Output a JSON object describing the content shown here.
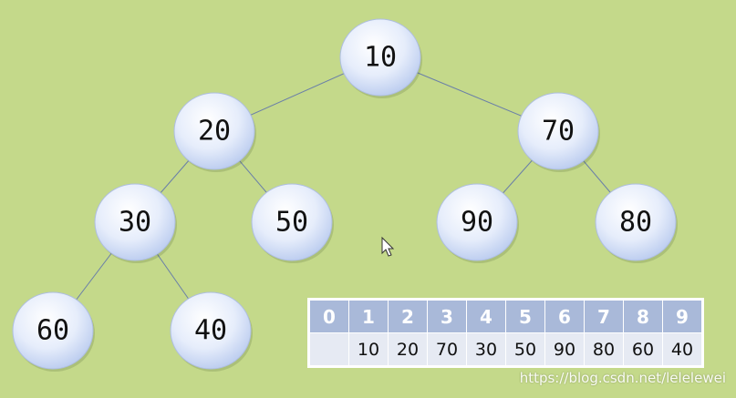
{
  "heap": {
    "nodes": [
      {
        "id": "n1",
        "label": "10"
      },
      {
        "id": "n2",
        "label": "20"
      },
      {
        "id": "n3",
        "label": "70"
      },
      {
        "id": "n4",
        "label": "30"
      },
      {
        "id": "n5",
        "label": "50"
      },
      {
        "id": "n6",
        "label": "90"
      },
      {
        "id": "n7",
        "label": "80"
      },
      {
        "id": "n8",
        "label": "60"
      },
      {
        "id": "n9",
        "label": "40"
      }
    ],
    "edges": [
      [
        "n1",
        "n2"
      ],
      [
        "n1",
        "n3"
      ],
      [
        "n2",
        "n4"
      ],
      [
        "n2",
        "n5"
      ],
      [
        "n3",
        "n6"
      ],
      [
        "n3",
        "n7"
      ],
      [
        "n4",
        "n8"
      ],
      [
        "n4",
        "n9"
      ]
    ]
  },
  "array_table": {
    "indices": [
      "0",
      "1",
      "2",
      "3",
      "4",
      "5",
      "6",
      "7",
      "8",
      "9"
    ],
    "values": [
      "",
      "10",
      "20",
      "70",
      "30",
      "50",
      "90",
      "80",
      "60",
      "40"
    ]
  },
  "watermark": "https://blog.csdn.net/lelelewei",
  "colors": {
    "background": "#c4d98a",
    "node_fill_center": "#ffffff",
    "node_fill_edge": "#b7c9ee",
    "edge_line": "#6a7fa8",
    "index_row": "#a9b9d9",
    "value_row": "#e6eaf3"
  }
}
